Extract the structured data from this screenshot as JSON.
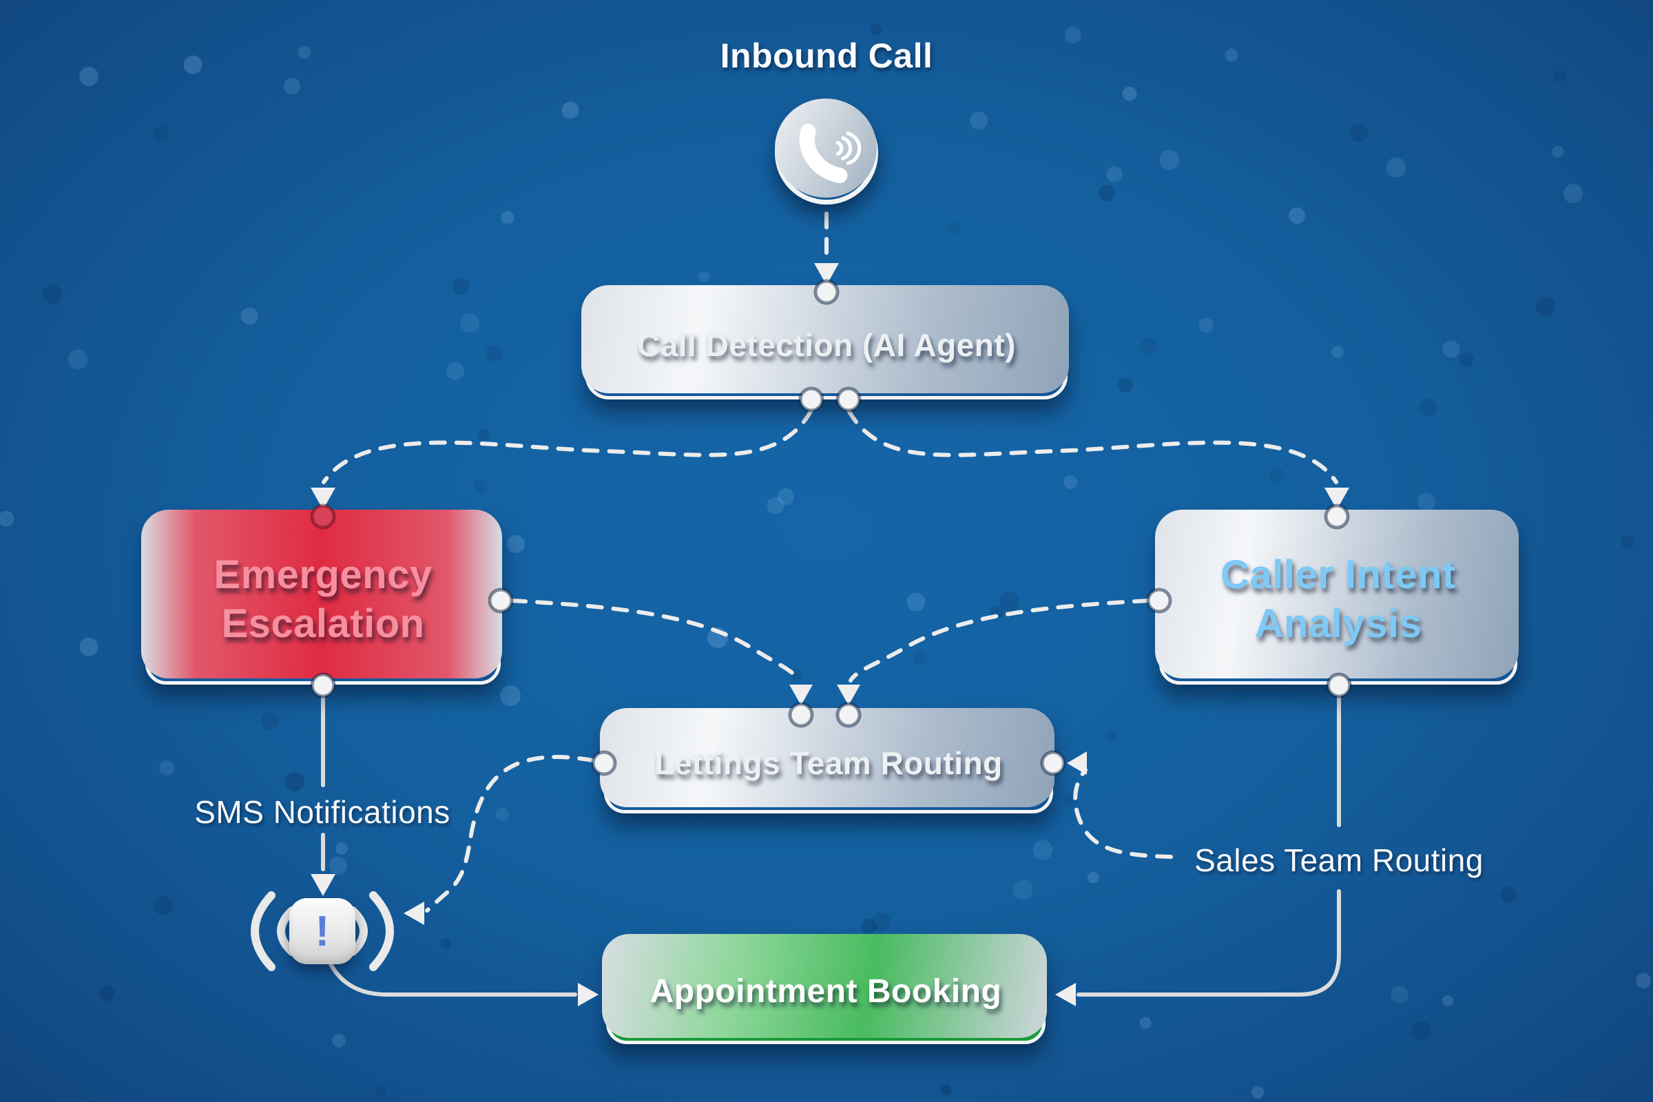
{
  "header": {
    "title": "Inbound Call"
  },
  "nodes": {
    "call_detection": {
      "label": "Call Detection (AI Agent)"
    },
    "emergency_escalation": {
      "label": "Emergency Escalation"
    },
    "caller_intent": {
      "label": "Caller Intent Analysis"
    },
    "lettings_routing": {
      "label": "Lettings Team Routing"
    },
    "appointment_booking": {
      "label": "Appointment Booking"
    }
  },
  "labels": {
    "sms_notifications": "SMS Notifications",
    "sales_team_routing": "Sales Team Routing"
  },
  "icons": {
    "inbound_phone": "phone-call-icon",
    "sms_alert": "alert-exclamation-icon",
    "alert_glyph": "!"
  },
  "colors": {
    "background_center": "#1565a8",
    "background_edge": "#0e2c57",
    "node_fill": "#145c9e",
    "node_border": "#f4f5f6",
    "emergency_text": "#f78f9f",
    "emergency_accent": "#df2b42",
    "caller_intent_text": "#7ec9f5",
    "appointment_green": "#1fa742",
    "connector": "#ececec"
  }
}
